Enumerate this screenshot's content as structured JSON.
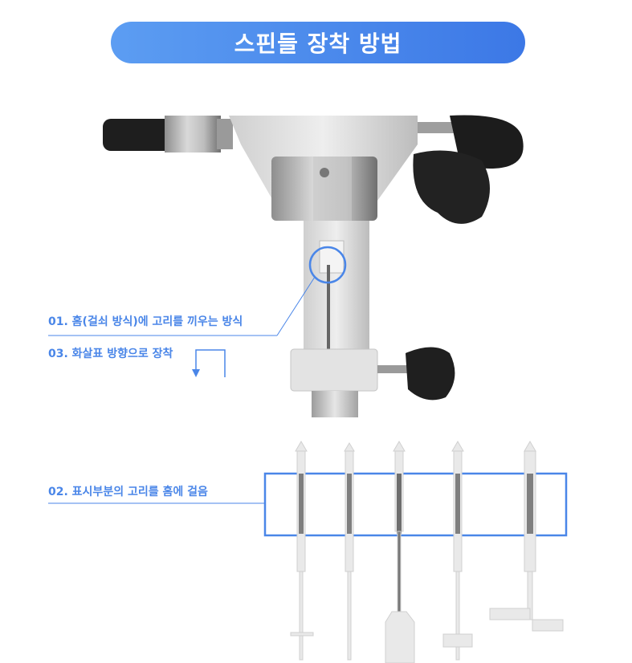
{
  "title": "스핀들 장착 방법",
  "steps": {
    "step1": "01. 홈(걸쇠 방식)에 고리를 끼우는 방식",
    "step3": "03. 화살표 방향으로 장착",
    "step2": "02. 표시부분의 고리를 홈에 걸음"
  },
  "colors": {
    "accent": "#4a86e8",
    "pill_start": "#5c9df2",
    "pill_end": "#3c78e6"
  }
}
